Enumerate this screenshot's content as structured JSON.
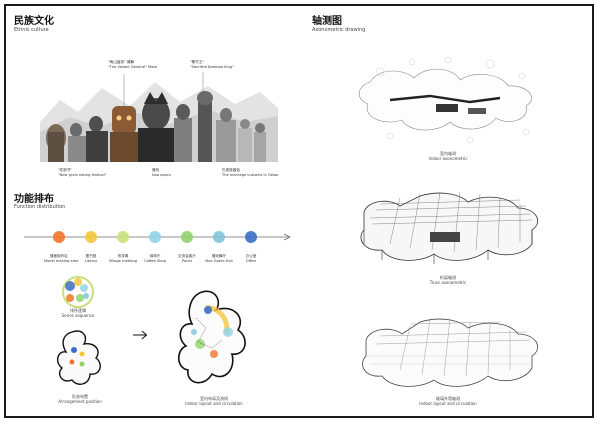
{
  "sections": {
    "ethnic": {
      "title": "民族文化",
      "subtitle": "Ethnic culture"
    },
    "function": {
      "title": "功能排布",
      "subtitle": "Function distribution"
    },
    "axon": {
      "title": "轴测图",
      "subtitle": "Axonometric drawing"
    }
  },
  "collage_labels": {
    "valiant_general": {
      "cn": "\"两山猛将\" 傩舞",
      "en": "\"The Valiant General\" Mask"
    },
    "bamboo_king": {
      "cn": "\"敬竹王\"",
      "en": "\"Sacrifice Bamboo King\""
    },
    "new_grain": {
      "cn": "\"吃新节\"",
      "en": "\"New grain eating festival\""
    },
    "nuo_opera": {
      "cn": "傩戏",
      "en": "Nuo opera"
    },
    "marriage": {
      "cn": "仡佬族婚俗",
      "en": "The marriage customs in Gelao"
    }
  },
  "timeline": {
    "colors": [
      "#f0762a",
      "#f5c63c",
      "#c8e07a",
      "#8fd3e8",
      "#8fd36b",
      "#7ec4dc",
      "#3b6fc4"
    ],
    "items": [
      {
        "cn": "傩面制作区",
        "en": "Model making area"
      },
      {
        "cn": "图书馆",
        "en": "Library"
      },
      {
        "cn": "柏寻阁",
        "en": "Village meeting"
      },
      {
        "cn": "咖啡厅",
        "en": "Coffee Shop"
      },
      {
        "cn": "交流会客厅",
        "en": "Parlor"
      },
      {
        "cn": "傩戏舞厅",
        "en": "Nuo Opera Hall"
      },
      {
        "cn": "办公室",
        "en": "Office"
      }
    ]
  },
  "diagram_labels": {
    "series": {
      "cn": "排序逻辑",
      "en": "Series sequence"
    },
    "arrangement": {
      "cn": "形态布置",
      "en": "Arrangement position"
    },
    "layout": {
      "cn": "室内布局及流线",
      "en": "Indoor layout and circulation"
    }
  },
  "axon_captions": {
    "indoor": {
      "cn": "室内轴测",
      "en": "Indoor axonometric"
    },
    "truss": {
      "cn": "桁架轴测",
      "en": "Truss axonometric"
    },
    "glass": {
      "cn": "玻璃外墙轴测",
      "en": "Indoor layout and circulation"
    }
  },
  "accent_colors": {
    "orange": "#f0762a",
    "yellow": "#f5c63c",
    "blue": "#3b6fc4",
    "green": "#8fd36b"
  }
}
